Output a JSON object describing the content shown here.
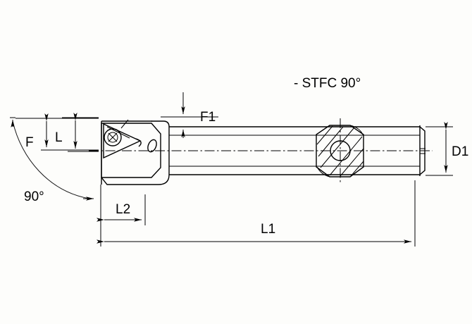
{
  "drawing": {
    "title": "- STFC 90°",
    "background_color": "#fdfdfb",
    "line_color": "#000000",
    "dimensions": {
      "F": "F",
      "L": "L",
      "F1": "F1",
      "D1": "D1",
      "L1": "L1",
      "L2": "L2",
      "angle": "90°"
    },
    "labels": {
      "title": "- STFC 90°",
      "angle_callout": "90°",
      "dim_f": "F",
      "dim_l": "L",
      "dim_f1": "F1",
      "dim_d1": "D1",
      "dim_l1": "L1",
      "dim_l2": "L2"
    },
    "parts": {
      "tool_body": "boring-bar-shank",
      "insert": "triangular-insert",
      "insert_screw": "insert-clamp-screw",
      "knurled_boss": "knurled-clamp-boss",
      "boss_hole": "clamp-screw-hole",
      "coolant_port": "coolant-outlet-ellipse"
    }
  }
}
